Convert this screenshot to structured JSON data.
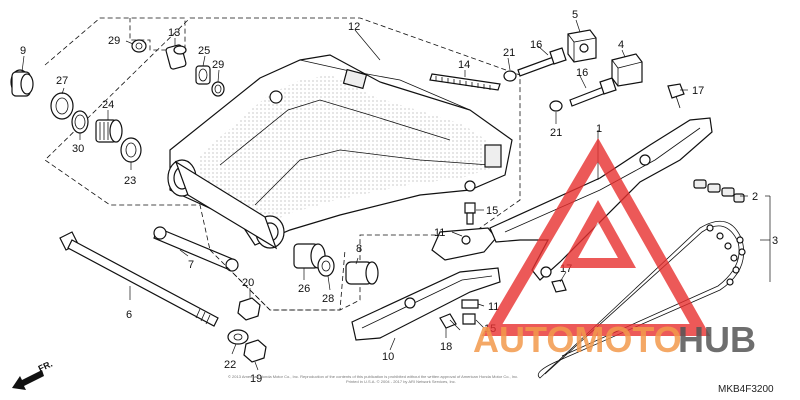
{
  "diagram_code": "MKB4F3200",
  "copyright": "© 2013 American Honda Motor Co., Inc. Reproduction of the contents of this publication is prohibited without the written approval of American Honda Motor Co., Inc.",
  "copyright_line2": "Printed in U.S.A. © 2004 - 2017 by ARI Network Services, Inc.",
  "watermark": {
    "left": "AUTOMOTO",
    "right": "HUB",
    "left_color": "#f39a4c",
    "right_color": "#555555",
    "logo_color": "#e8302f"
  },
  "direction_label": "FR.",
  "callouts": {
    "c1": "1",
    "c2": "2",
    "c3": "3",
    "c4": "4",
    "c5": "5",
    "c6": "6",
    "c7": "7",
    "c8": "8",
    "c9": "9",
    "c10": "10",
    "c11a": "11",
    "c11b": "11",
    "c12": "12",
    "c13": "13",
    "c14": "14",
    "c15a": "15",
    "c15b": "15",
    "c16a": "16",
    "c16b": "16",
    "c17a": "17",
    "c17b": "17",
    "c18": "18",
    "c19": "19",
    "c20": "20",
    "c21a": "21",
    "c21b": "21",
    "c22": "22",
    "c23": "23",
    "c24": "24",
    "c25": "25",
    "c26": "26",
    "c27": "27",
    "c28": "28",
    "c29a": "29",
    "c29b": "29",
    "c30": "30"
  }
}
